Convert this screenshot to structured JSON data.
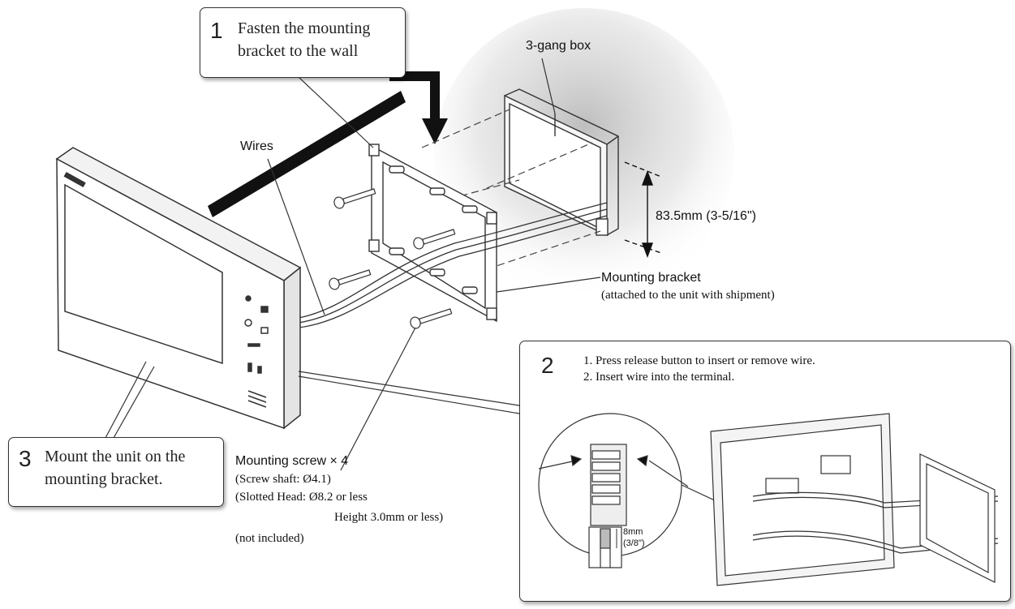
{
  "callouts": {
    "step1": {
      "number": "1",
      "lines": [
        "Fasten the mounting",
        "bracket to the wall"
      ]
    },
    "step2": {
      "number": "2",
      "lines": [
        "1. Press release button to insert or remove wire.",
        "2. Insert wire into the terminal."
      ]
    },
    "step3": {
      "number": "3",
      "lines": [
        "Mount the unit on the",
        "mounting bracket."
      ]
    }
  },
  "labels": {
    "gang_box": "3-gang box",
    "wires": "Wires",
    "dimension": "83.5mm (3-5/16\")",
    "bracket_title": "Mounting bracket",
    "bracket_note": "(attached to the unit with shipment)",
    "screw_title": "Mounting screw × 4",
    "screw_shaft": "(Screw shaft: Ø4.1)",
    "screw_head": "(Slotted Head: Ø8.2 or less",
    "screw_height": "Height 3.0mm or less)",
    "screw_note": "(not included)",
    "strip_length": "8mm",
    "strip_length_inch": "(3/8\")"
  },
  "colors": {
    "line": "#333333",
    "shadow": "#bdbdbd",
    "fill": "#ffffff"
  }
}
